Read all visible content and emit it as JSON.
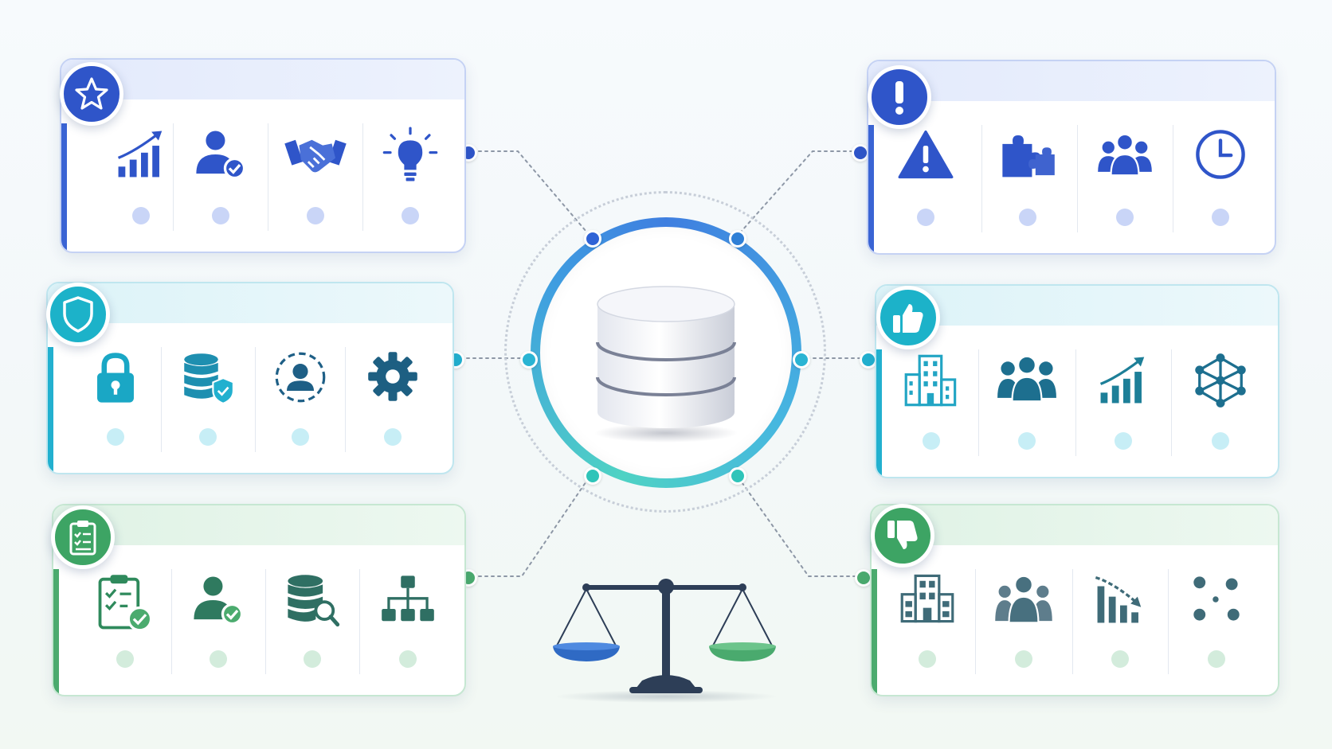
{
  "colors": {
    "blue": "#2f55c9",
    "blue_light": "#c9d5f7",
    "teal": "#22b0cf",
    "teal_light": "#c7eef6",
    "green": "#4bab6e",
    "green_light": "#d3ecdc",
    "slate": "#2a6f86",
    "connector": "#8d97a6"
  },
  "hub": {
    "icon": "database-icon"
  },
  "scale": {
    "icon": "balance-scale-icon"
  },
  "panels": [
    {
      "id": "strengths",
      "badge_icon": "star-icon",
      "theme": "blue",
      "icons": [
        "growth-chart-icon",
        "verified-user-icon",
        "handshake-icon",
        "lightbulb-icon"
      ]
    },
    {
      "id": "threats",
      "badge_icon": "exclamation-icon",
      "theme": "blue",
      "icons": [
        "warning-icon",
        "puzzle-icon",
        "team-icon",
        "clock-icon"
      ]
    },
    {
      "id": "security",
      "badge_icon": "shield-icon",
      "theme": "teal",
      "icons": [
        "padlock-icon",
        "secure-database-icon",
        "user-focus-icon",
        "gear-icon"
      ]
    },
    {
      "id": "pros",
      "badge_icon": "thumbs-up-icon",
      "theme": "teal",
      "icons": [
        "office-building-icon",
        "group-icon",
        "trend-up-icon",
        "network-icon"
      ]
    },
    {
      "id": "compliance",
      "badge_icon": "clipboard-icon",
      "theme": "green",
      "icons": [
        "checklist-icon",
        "approved-user-icon",
        "database-search-icon",
        "hierarchy-icon"
      ]
    },
    {
      "id": "cons",
      "badge_icon": "thumbs-down-icon",
      "theme": "green",
      "icons": [
        "small-building-icon",
        "crowd-icon",
        "trend-down-icon",
        "scatter-icon"
      ]
    }
  ]
}
